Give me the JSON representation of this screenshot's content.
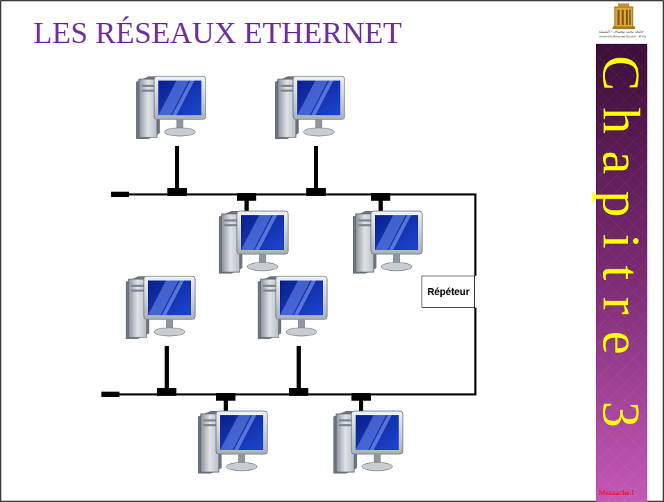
{
  "diagram": {
    "title": "LES RÉSEAUX ETHERNET",
    "nodes": [
      {
        "text": [
          "Répéteur"
        ]
      }
    ],
    "labels": [
      "Chapitre 3",
      "جامعة محمد بوضياف - المسيلة",
      "Université Mohamed Boudiaf - M'sila",
      "Mezaache.I"
    ]
  }
}
